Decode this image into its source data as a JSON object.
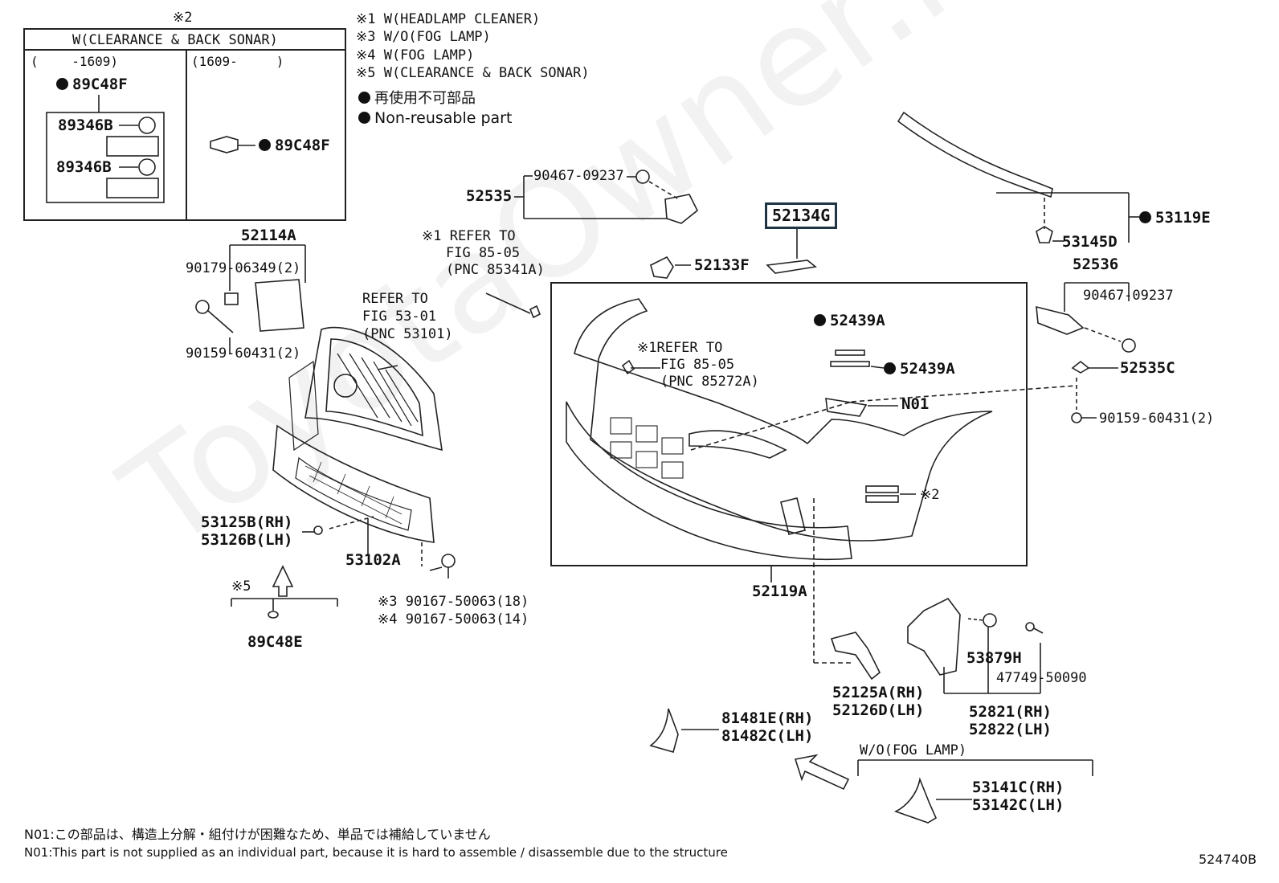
{
  "watermark": "ToyotaOwner.ru",
  "legend": {
    "n1": "※1 W(HEADLAMP CLEANER)",
    "n3": "※3 W/O(FOG LAMP)",
    "n4": "※4 W(FOG LAMP)",
    "n5": "※5 W(CLEARANCE & BACK SONAR)",
    "nonreusable_jp": "再使用不可部品",
    "nonreusable_en": "Non-reusable part"
  },
  "inset": {
    "mark": "※2",
    "title": "W(CLEARANCE & BACK SONAR)",
    "left_range": "(　　 -1609)",
    "right_range": "(1609-　　　)",
    "left_top": "89C48F",
    "left_a": "89346B",
    "left_b": "89346B",
    "right_part": "89C48F"
  },
  "parts": {
    "p52114A": "52114A",
    "p90179": "90179-06349(2)",
    "p90159a": "90159-60431(2)",
    "refer5301_1": "REFER TO",
    "refer5301_2": "FIG 53-01",
    "refer5301_3": "(PNC 53101)",
    "p52535": "52535",
    "p90467a": "90467-09237",
    "refer8505a_1": "※1 REFER TO",
    "refer8505a_2": "FIG 85-05",
    "refer8505a_3": "(PNC 85341A)",
    "p52134G": "52134G",
    "p52133F": "52133F",
    "p52439A_1": "52439A",
    "p52439A_2": "52439A",
    "refer8505b_1": "※1REFER TO",
    "refer8505b_2": "FIG 85-05",
    "refer8505b_3": "(PNC 85272A)",
    "pN01": "N01",
    "mark2": "※2",
    "p53119E": "53119E",
    "p53145D": "53145D",
    "p52536": "52536",
    "p90467b": "90467-09237",
    "p52535C": "52535C",
    "p90159b": "90159-60431(2)",
    "p53125B": "53125B(RH)",
    "p53126B": "53126B(LH)",
    "p53102A": "53102A",
    "p52119A": "52119A",
    "mark5": "※5",
    "p89C48E": "89C48E",
    "p90167a": "※3 90167-50063(18)",
    "p90167b": "※4 90167-50063(14)",
    "p53879H": "53879H",
    "p47749": "47749-50090",
    "p52125A": "52125A(RH)",
    "p52126D": "52126D(LH)",
    "p52821": "52821(RH)",
    "p52822": "52822(LH)",
    "p81481E": "81481E(RH)",
    "p81482C": "81482C(LH)",
    "wo_fog": "W/O(FOG LAMP)",
    "p53141C": "53141C(RH)",
    "p53142C": "53142C(LH)"
  },
  "notes": {
    "jp": "N01:この部品は、構造上分解・組付けが困難なため、単品では補給していません",
    "en": "N01:This part is not supplied as an individual part, because it is hard to assemble / disassemble due to the structure"
  },
  "figure_id": "524740B"
}
